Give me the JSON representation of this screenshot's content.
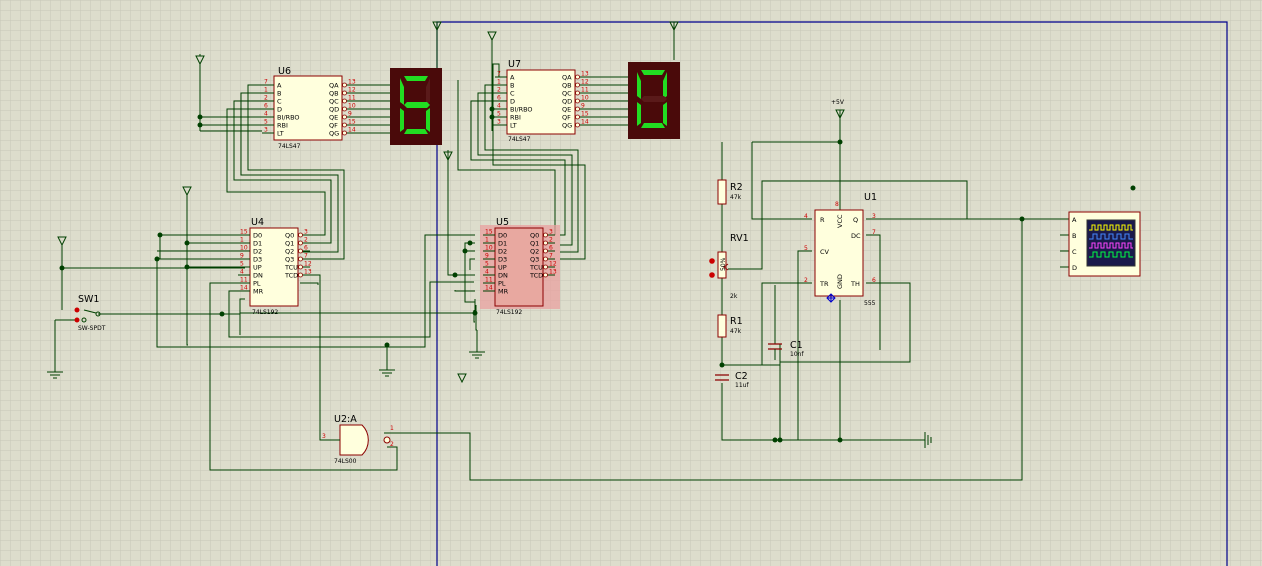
{
  "colors": {
    "background": "#ddddcc",
    "grid": "#c8c8b8",
    "wire": "#004000",
    "component": "#8b0000",
    "chip_fill": "#ffffdd",
    "selected_fill": "#e8a0a0",
    "display_bg": "#4a0a0a",
    "segment_on": "#22dd22",
    "sheet_border": "#00008b"
  },
  "u6": {
    "name": "U6",
    "part": "74LS47",
    "left_pins": [
      {
        "num": "7",
        "label": "A"
      },
      {
        "num": "1",
        "label": "B"
      },
      {
        "num": "2",
        "label": "C"
      },
      {
        "num": "6",
        "label": "D"
      },
      {
        "num": "4",
        "label": "BI/RBO"
      },
      {
        "num": "5",
        "label": "RBI"
      },
      {
        "num": "3",
        "label": "LT"
      }
    ],
    "right_pins": [
      {
        "num": "13",
        "label": "QA"
      },
      {
        "num": "12",
        "label": "QB"
      },
      {
        "num": "11",
        "label": "QC"
      },
      {
        "num": "10",
        "label": "QD"
      },
      {
        "num": "9",
        "label": "QE"
      },
      {
        "num": "15",
        "label": "QF"
      },
      {
        "num": "14",
        "label": "QG"
      }
    ]
  },
  "u7": {
    "name": "U7",
    "part": "74LS47",
    "left_pins": [
      {
        "num": "7",
        "label": "A"
      },
      {
        "num": "1",
        "label": "B"
      },
      {
        "num": "2",
        "label": "C"
      },
      {
        "num": "6",
        "label": "D"
      },
      {
        "num": "4",
        "label": "BI/RBO"
      },
      {
        "num": "5",
        "label": "RBI"
      },
      {
        "num": "3",
        "label": "LT"
      }
    ],
    "right_pins": [
      {
        "num": "13",
        "label": "QA"
      },
      {
        "num": "12",
        "label": "QB"
      },
      {
        "num": "11",
        "label": "QC"
      },
      {
        "num": "10",
        "label": "QD"
      },
      {
        "num": "9",
        "label": "QE"
      },
      {
        "num": "15",
        "label": "QF"
      },
      {
        "num": "14",
        "label": "QG"
      }
    ]
  },
  "u4": {
    "name": "U4",
    "part": "74LS192",
    "left_pins": [
      {
        "num": "15",
        "label": "D0"
      },
      {
        "num": "1",
        "label": "D1"
      },
      {
        "num": "10",
        "label": "D2"
      },
      {
        "num": "9",
        "label": "D3"
      },
      {
        "num": "5",
        "label": "UP"
      },
      {
        "num": "4",
        "label": "DN"
      },
      {
        "num": "11",
        "label": "PL"
      },
      {
        "num": "14",
        "label": "MR"
      }
    ],
    "right_pins": [
      {
        "num": "3",
        "label": "Q0"
      },
      {
        "num": "2",
        "label": "Q1"
      },
      {
        "num": "6",
        "label": "Q2"
      },
      {
        "num": "7",
        "label": "Q3"
      },
      {
        "num": "12",
        "label": "TCU"
      },
      {
        "num": "13",
        "label": "TCD"
      }
    ]
  },
  "u5": {
    "name": "U5",
    "part": "74LS192",
    "left_pins": [
      {
        "num": "15",
        "label": "D0"
      },
      {
        "num": "1",
        "label": "D1"
      },
      {
        "num": "10",
        "label": "D2"
      },
      {
        "num": "9",
        "label": "D3"
      },
      {
        "num": "5",
        "label": "UP"
      },
      {
        "num": "4",
        "label": "DN"
      },
      {
        "num": "11",
        "label": "PL"
      },
      {
        "num": "14",
        "label": "MR"
      }
    ],
    "right_pins": [
      {
        "num": "3",
        "label": "Q0"
      },
      {
        "num": "2",
        "label": "Q1"
      },
      {
        "num": "6",
        "label": "Q2"
      },
      {
        "num": "7",
        "label": "Q3"
      },
      {
        "num": "12",
        "label": "TCU"
      },
      {
        "num": "13",
        "label": "TCD"
      }
    ]
  },
  "u1": {
    "name": "U1",
    "part": "555",
    "pins": [
      {
        "num": "4",
        "label": "R"
      },
      {
        "num": "8",
        "label": "VCC"
      },
      {
        "num": "3",
        "label": "Q"
      },
      {
        "num": "7",
        "label": "DC"
      },
      {
        "num": "5",
        "label": "CV"
      },
      {
        "num": "2",
        "label": "TR"
      },
      {
        "num": "1",
        "label": "GND"
      },
      {
        "num": "6",
        "label": "TH"
      }
    ]
  },
  "u2": {
    "name": "U2:A",
    "part": "74LS00",
    "pins": [
      "3",
      "1",
      "2"
    ]
  },
  "sw1": {
    "name": "SW1",
    "part": "SW-SPDT"
  },
  "r2": {
    "name": "R2",
    "value": "47k"
  },
  "rv1": {
    "name": "RV1",
    "value": "2k",
    "knob": "50%"
  },
  "r1": {
    "name": "R1",
    "value": "47k"
  },
  "c1": {
    "name": "C1",
    "value": "10nf"
  },
  "c2": {
    "name": "C2",
    "value": "11uf"
  },
  "supply": {
    "label": "+5V"
  },
  "display_left": {
    "digit": "6"
  },
  "display_right": {
    "digit": "0"
  },
  "scope": {
    "channels": [
      "A",
      "B",
      "C",
      "D"
    ],
    "trace_colors": [
      "#ffff00",
      "#4488ff",
      "#ff44ff",
      "#00ff44"
    ]
  }
}
